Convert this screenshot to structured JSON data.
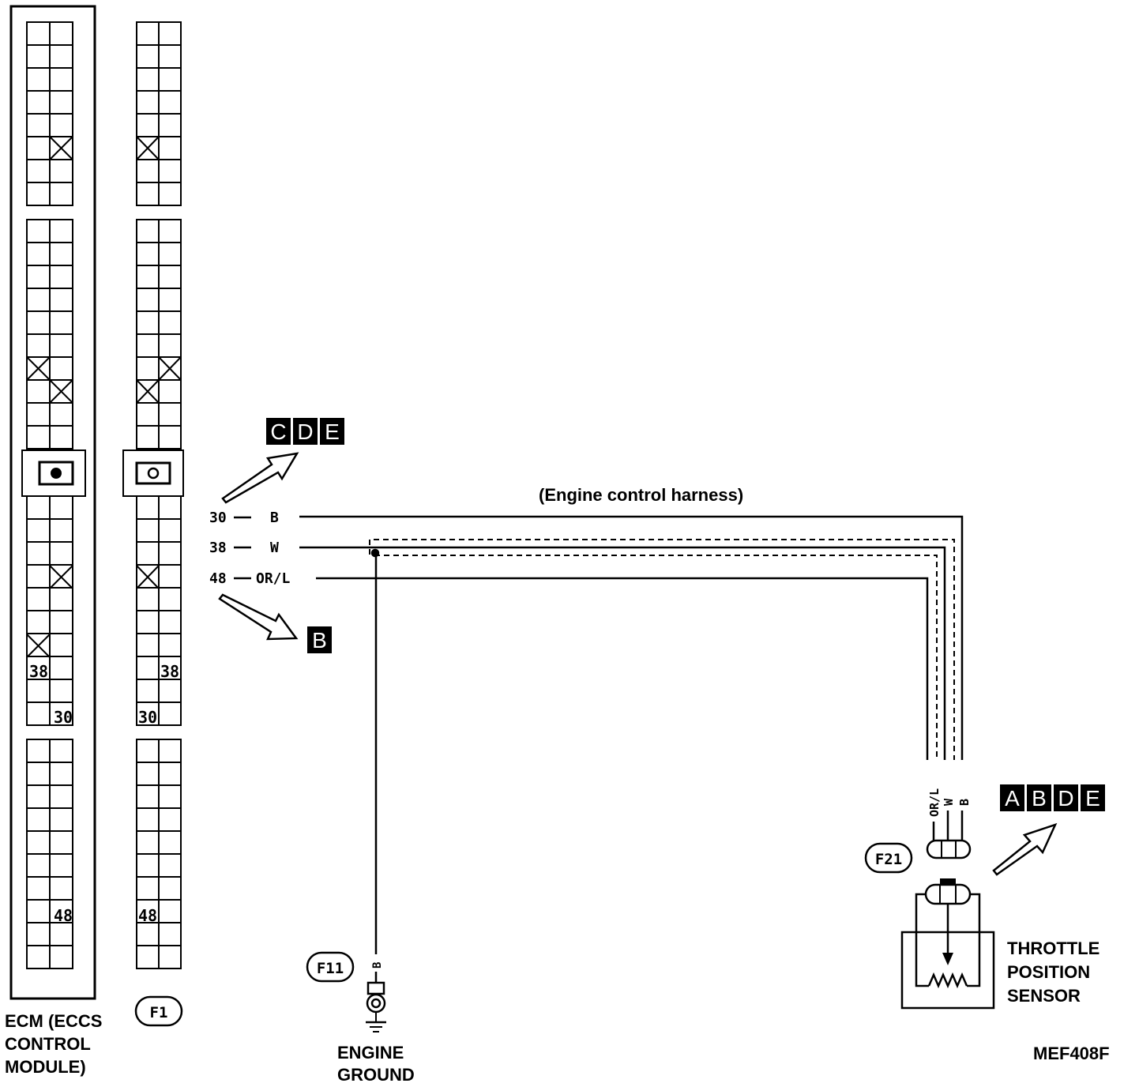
{
  "ecm": {
    "label_lines": [
      "ECM (ECCS",
      "CONTROL",
      "MODULE)"
    ],
    "pins": {
      "p38": "38",
      "p30": "30",
      "p48": "48"
    }
  },
  "harness_connector": {
    "id": "F1",
    "pins": {
      "p38": "38",
      "p30": "30",
      "p48": "48"
    }
  },
  "wires": [
    {
      "terminal": "30",
      "color": "B"
    },
    {
      "terminal": "38",
      "color": "W"
    },
    {
      "terminal": "48",
      "color": "OR/L"
    }
  ],
  "harness_label": "(Engine control harness)",
  "callouts": {
    "top": [
      "C",
      "D",
      "E"
    ],
    "bottom": [
      "B"
    ],
    "sensor": [
      "A",
      "B",
      "D",
      "E"
    ]
  },
  "ground": {
    "connector": "F11",
    "wire_color": "B",
    "label_lines": [
      "ENGINE",
      "GROUND"
    ]
  },
  "sensor": {
    "connector": "F21",
    "wire_colors": [
      "OR/L",
      "W",
      "B"
    ],
    "label_lines": [
      "THROTTLE",
      "POSITION",
      "SENSOR"
    ]
  },
  "figure_code": "MEF408F"
}
